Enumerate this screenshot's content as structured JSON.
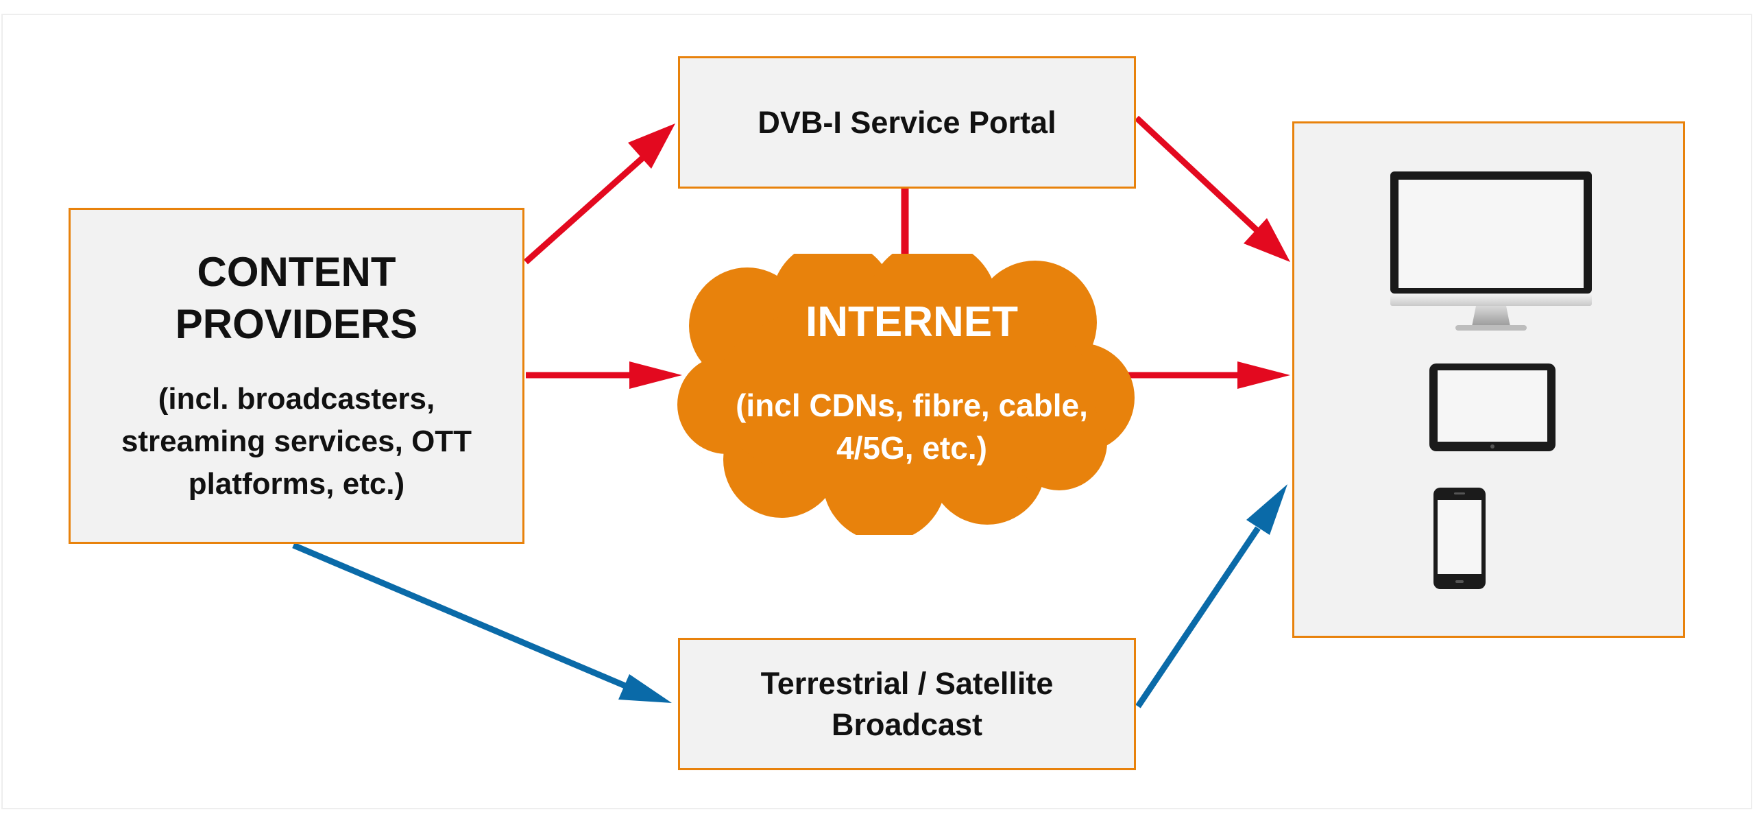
{
  "colors": {
    "box_fill": "#f2f2f2",
    "box_border": "#e8820c",
    "cloud": "#e8820c",
    "internet_arrow": "#e3091f",
    "broadcast_arrow": "#0a6aa8",
    "text": "#111111",
    "cloud_text": "#ffffff"
  },
  "content_providers": {
    "title_line1": "CONTENT",
    "title_line2": "PROVIDERS",
    "sub_line1": "(incl. broadcasters,",
    "sub_line2": "streaming services, OTT",
    "sub_line3": "platforms, etc.)"
  },
  "portal": {
    "label": "DVB-I Service Portal"
  },
  "internet": {
    "title": "INTERNET",
    "sub_line1": "(incl CDNs, fibre, cable,",
    "sub_line2": "4/5G, etc.)"
  },
  "broadcast": {
    "line1": "Terrestrial / Satellite",
    "line2": "Broadcast"
  },
  "devices": {
    "items": [
      {
        "icon": "monitor-icon"
      },
      {
        "icon": "tablet-icon"
      },
      {
        "icon": "smartphone-icon"
      }
    ]
  },
  "connections": [
    {
      "from": "content_providers",
      "to": "portal",
      "type": "internet"
    },
    {
      "from": "content_providers",
      "to": "internet",
      "type": "internet"
    },
    {
      "from": "portal",
      "to": "internet",
      "type": "internet"
    },
    {
      "from": "portal",
      "to": "devices",
      "type": "internet"
    },
    {
      "from": "internet",
      "to": "devices",
      "type": "internet"
    },
    {
      "from": "content_providers",
      "to": "broadcast",
      "type": "broadcast"
    },
    {
      "from": "broadcast",
      "to": "devices",
      "type": "broadcast"
    }
  ]
}
